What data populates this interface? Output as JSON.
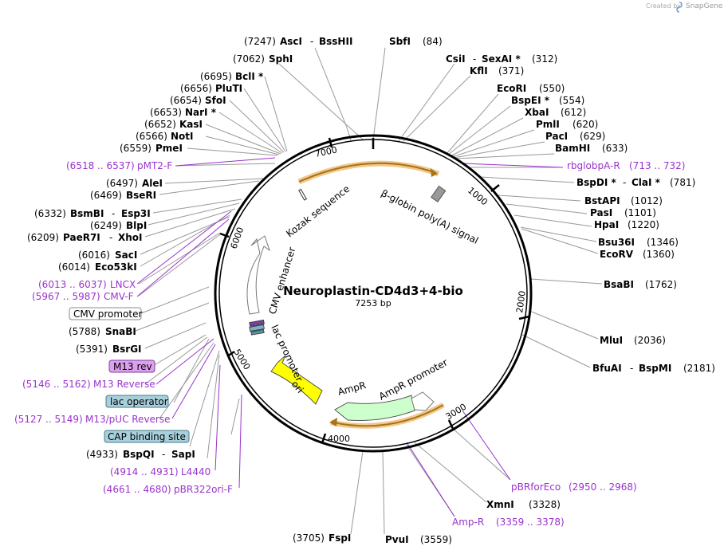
{
  "credit": "Created by",
  "brand": "SnapGene",
  "title": "Neuroplastin-CD4d3+4-bio",
  "length": "7253 bp",
  "tick_labels": [
    "1000",
    "2000",
    "3000",
    "4000",
    "5000",
    "6000",
    "7000"
  ],
  "features": {
    "kozak": "Kozak sequence",
    "bglobin": "β-globin poly(A) signal",
    "cmv_enh": "CMV enhancer",
    "lac": "lac promoter",
    "ori": "ori",
    "ampr": "AmpR",
    "ampr_prom": "AmpR promoter"
  },
  "sites": {
    "asci": {
      "pos": "(7247)",
      "name": "AscI",
      "sep": "-",
      "name2": "BssHII"
    },
    "sbfi": {
      "name": "SbfI",
      "pos": "(84)"
    },
    "csii": {
      "name": "CsiI",
      "sep": "-",
      "name2": "SexAI *",
      "pos": "(312)"
    },
    "klfi": {
      "name": "KflI",
      "pos": "(371)"
    },
    "ecori": {
      "name": "EcoRI",
      "pos": "(550)"
    },
    "bspei": {
      "name": "BspEI *",
      "pos": "(554)"
    },
    "xbai": {
      "name": "XbaI",
      "pos": "(612)"
    },
    "pmli": {
      "name": "PmlI",
      "pos": "(620)"
    },
    "paci": {
      "name": "PacI",
      "pos": "(629)"
    },
    "bamhi": {
      "name": "BamHI",
      "pos": "(633)"
    },
    "rbglob": {
      "name": "rbglobpA-R",
      "pos": "(713 .. 732)"
    },
    "bspdi": {
      "name": "BspDI *",
      "sep": "-",
      "name2": "ClaI *",
      "pos": "(781)"
    },
    "bstapi": {
      "name": "BstAPI",
      "pos": "(1012)"
    },
    "pasi": {
      "name": "PasI",
      "pos": "(1101)"
    },
    "hpai": {
      "name": "HpaI",
      "pos": "(1220)"
    },
    "bsu36i": {
      "name": "Bsu36I",
      "pos": "(1346)"
    },
    "ecorv": {
      "name": "EcoRV",
      "pos": "(1360)"
    },
    "bsabi": {
      "name": "BsaBI",
      "pos": "(1762)"
    },
    "mlui": {
      "name": "MluI",
      "pos": "(2036)"
    },
    "bfuai": {
      "name": "BfuAI",
      "sep": "-",
      "name2": "BspMI",
      "pos": "(2181)"
    },
    "pbrfor": {
      "name": "pBRforEco",
      "pos": "(2950 .. 2968)"
    },
    "xmni": {
      "name": "XmnI",
      "pos": "(3328)"
    },
    "ampr_p": {
      "name": "Amp-R",
      "pos": "(3359 .. 3378)"
    },
    "pvui": {
      "name": "PvuI",
      "pos": "(3559)"
    },
    "fspi": {
      "pos": "(3705)",
      "name": "FspI"
    },
    "sphi": {
      "pos": "(7062)",
      "name": "SphI"
    },
    "bcli": {
      "pos": "(6695)",
      "name": "BclI *"
    },
    "pluti": {
      "pos": "(6656)",
      "name": "PluTI"
    },
    "sfoi": {
      "pos": "(6654)",
      "name": "SfoI"
    },
    "nari": {
      "pos": "(6653)",
      "name": "NarI *"
    },
    "kasi": {
      "pos": "(6652)",
      "name": "KasI"
    },
    "noti": {
      "pos": "(6566)",
      "name": "NotI"
    },
    "pmei": {
      "pos": "(6559)",
      "name": "PmeI"
    },
    "pmt2f": {
      "pos": "(6518 .. 6537)",
      "name": "pMT2-F"
    },
    "alei": {
      "pos": "(6497)",
      "name": "AleI"
    },
    "bseri": {
      "pos": "(6469)",
      "name": "BseRI"
    },
    "bsmbi": {
      "pos": "(6332)",
      "name": "BsmBI",
      "sep": "-",
      "name2": "Esp3I"
    },
    "blpi": {
      "pos": "(6249)",
      "name": "BlpI"
    },
    "paer7i": {
      "pos": "(6209)",
      "name": "PaeR7I",
      "sep": "-",
      "name2": "XhoI"
    },
    "saci": {
      "pos": "(6016)",
      "name": "SacI"
    },
    "eco53ki": {
      "pos": "(6014)",
      "name": "Eco53kI"
    },
    "lncx": {
      "pos": "(6013 .. 6037)",
      "name": "LNCX"
    },
    "cmvf": {
      "pos": "(5967 .. 5987)",
      "name": "CMV-F"
    },
    "cmvprom": {
      "name": "CMV promoter"
    },
    "snabi": {
      "pos": "(5788)",
      "name": "SnaBI"
    },
    "bsrgi": {
      "pos": "(5391)",
      "name": "BsrGI"
    },
    "m13rev": {
      "name": "M13 rev"
    },
    "m13reverse": {
      "pos": "(5146 .. 5162)",
      "name": "M13 Reverse"
    },
    "lacop": {
      "name": "lac operator"
    },
    "m13puc": {
      "pos": "(5127 .. 5149)",
      "name": "M13/pUC Reverse"
    },
    "cap": {
      "name": "CAP binding site"
    },
    "bspqi": {
      "pos": "(4933)",
      "name": "BspQI",
      "sep": "-",
      "name2": "SapI"
    },
    "l4440": {
      "pos": "(4914 .. 4931)",
      "name": "L4440"
    },
    "pbr322": {
      "pos": "(4661 .. 4680)",
      "name": "pBR322ori-F"
    }
  },
  "colors": {
    "primer": "#9933cc",
    "ori": "#ffff00",
    "ampr": "#ccffcc",
    "bglobin": "#999999",
    "lac_op": "#a8d0dc",
    "m13": "#dda0ee"
  }
}
